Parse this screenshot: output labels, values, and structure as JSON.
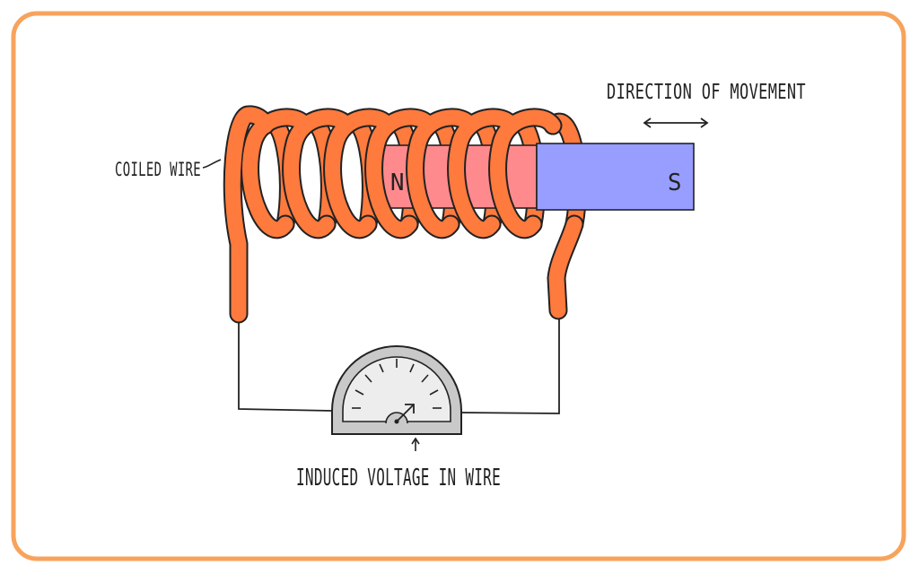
{
  "labels": {
    "coiled_wire": "COILED WIRE",
    "direction": "DIRECTION OF MOVEMENT",
    "induced_voltage": "INDUCED VOLTAGE IN WIRE",
    "north_pole": "N",
    "south_pole": "S"
  },
  "colors": {
    "frame": "#F7A35C",
    "coil": "#FF7A3D",
    "magnet_north": "#FF8A8E",
    "magnet_south": "#979EFF",
    "meter_body": "#C9C9C9",
    "meter_face": "#EDEDED",
    "wire": "#222222"
  },
  "icons": {
    "direction_arrow": "double-headed-arrow-icon",
    "pointer_arrow": "up-arrow-icon",
    "meter_needle": "needle-arrow-icon"
  }
}
